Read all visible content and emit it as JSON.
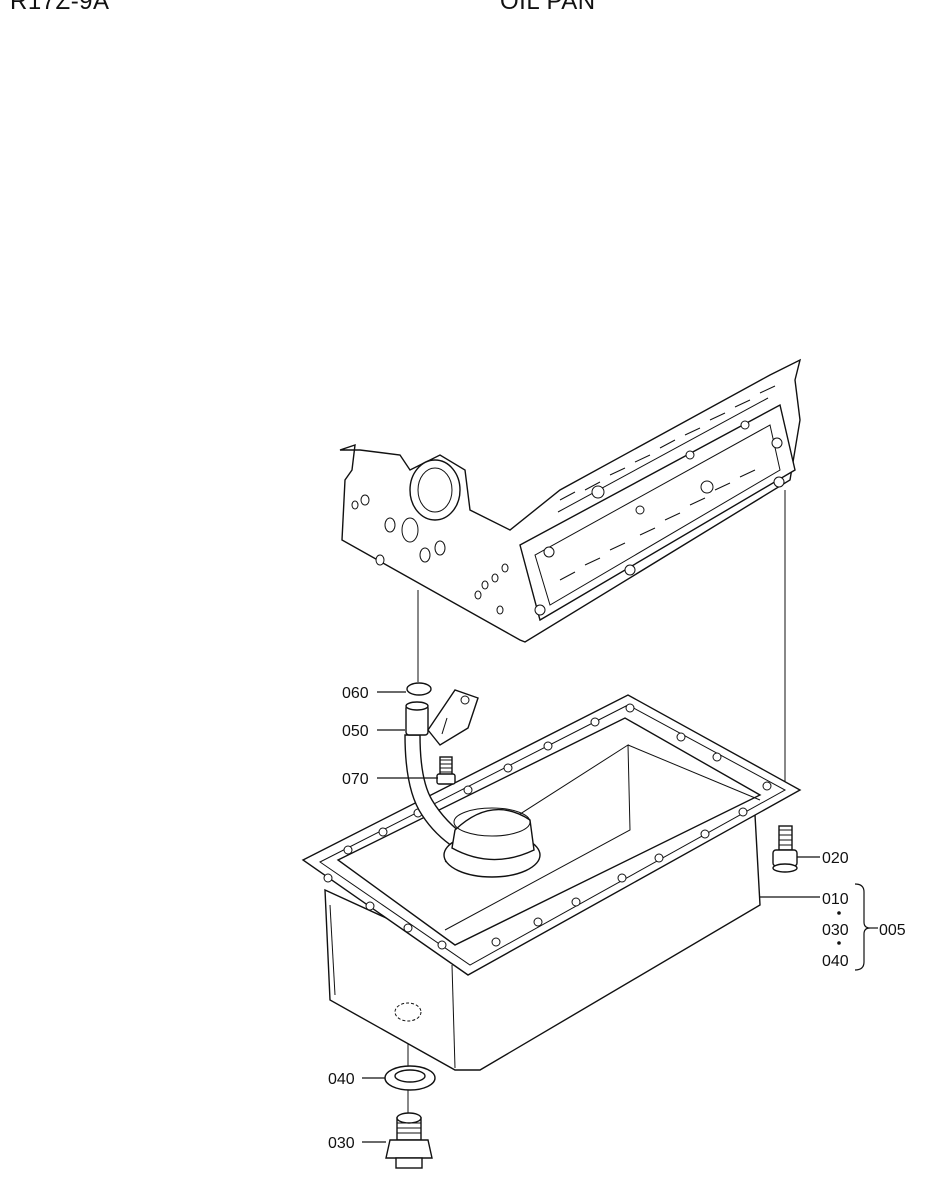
{
  "header": {
    "model": "R17Z-9A",
    "title": "OIL PAN"
  },
  "callouts": {
    "c060": "060",
    "c050": "050",
    "c070": "070",
    "c020": "020",
    "c010": "010",
    "c030a": "030",
    "c040a": "040",
    "c005": "005",
    "c040b": "040",
    "c030b": "030"
  }
}
